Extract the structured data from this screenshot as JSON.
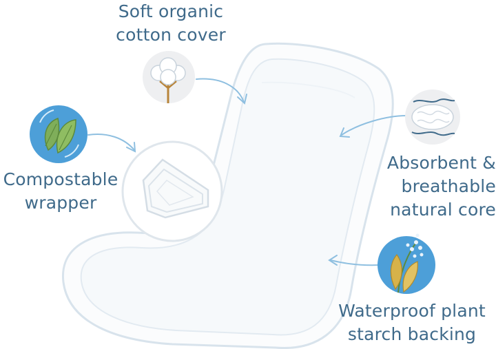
{
  "colors": {
    "label_text": "#3f6a8a",
    "arrow": "#8ebfe0",
    "pad_outline": "#d8e3ec",
    "pad_fill": "#f6f9fb",
    "badge_blue": "#4d9fd8",
    "badge_gray": "#eeeff1",
    "leaf_green": "#7fae5a",
    "wheat_gold": "#d6b24a"
  },
  "features": {
    "cotton": {
      "icon": "cotton-flower-icon",
      "lines": [
        "Soft organic",
        "cotton cover"
      ]
    },
    "wrapper": {
      "icon": "leaves-icon",
      "lines": [
        "Compostable",
        "wrapper"
      ]
    },
    "core": {
      "icon": "absorbent-fibers-icon",
      "lines": [
        "Absorbent &",
        "breathable",
        "natural core"
      ]
    },
    "backing": {
      "icon": "wheat-icon",
      "lines": [
        "Waterproof plant",
        "starch backing"
      ]
    }
  }
}
